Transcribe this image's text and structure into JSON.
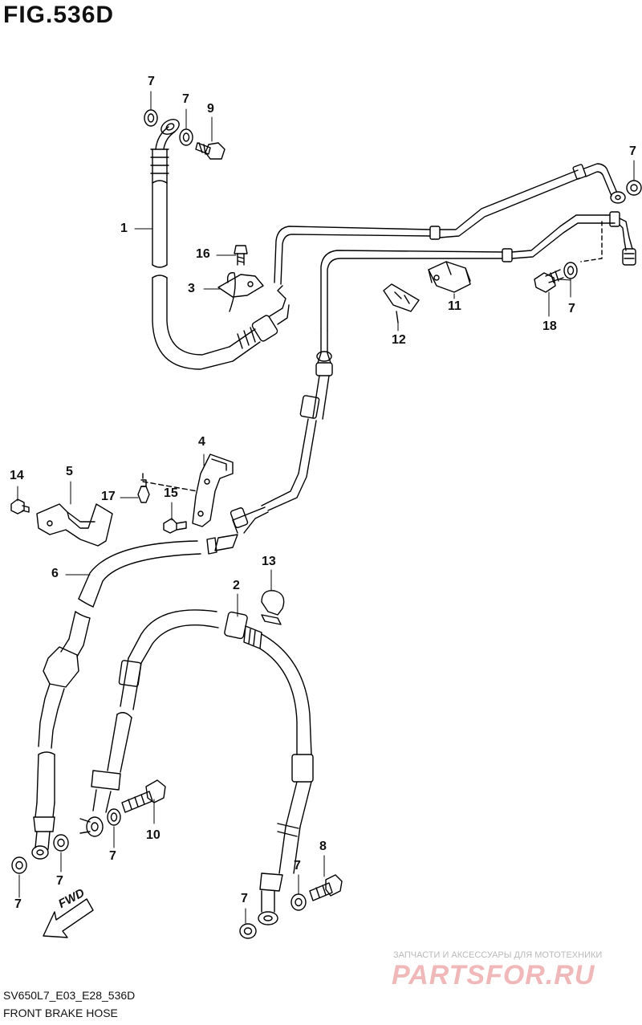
{
  "figure": {
    "title": "FIG.536D"
  },
  "callouts": [
    {
      "id": "c1",
      "label": "1"
    },
    {
      "id": "c2",
      "label": "2"
    },
    {
      "id": "c3",
      "label": "3"
    },
    {
      "id": "c4",
      "label": "4"
    },
    {
      "id": "c5",
      "label": "5"
    },
    {
      "id": "c6",
      "label": "6"
    },
    {
      "id": "c7a",
      "label": "7"
    },
    {
      "id": "c7b",
      "label": "7"
    },
    {
      "id": "c7c",
      "label": "7"
    },
    {
      "id": "c7d",
      "label": "7"
    },
    {
      "id": "c7e",
      "label": "7"
    },
    {
      "id": "c7f",
      "label": "7"
    },
    {
      "id": "c7g",
      "label": "7"
    },
    {
      "id": "c7h",
      "label": "7"
    },
    {
      "id": "c7i",
      "label": "7"
    },
    {
      "id": "c7j",
      "label": "7"
    },
    {
      "id": "c8",
      "label": "8"
    },
    {
      "id": "c9",
      "label": "9"
    },
    {
      "id": "c10",
      "label": "10"
    },
    {
      "id": "c11",
      "label": "11"
    },
    {
      "id": "c12",
      "label": "12"
    },
    {
      "id": "c13",
      "label": "13"
    },
    {
      "id": "c14",
      "label": "14"
    },
    {
      "id": "c15",
      "label": "15"
    },
    {
      "id": "c16",
      "label": "16"
    },
    {
      "id": "c17",
      "label": "17"
    },
    {
      "id": "c18",
      "label": "18"
    }
  ],
  "direction_arrow": {
    "label": "FWD"
  },
  "footer": {
    "code": "SV650L7_E03_E28_536D",
    "caption": "FRONT BRAKE HOSE"
  },
  "watermark": {
    "tagline": "ЗАПЧАСТИ И АКСЕССУАРЫ ДЛЯ МОТОТЕХНИКИ",
    "logo": "PARTSFOR.RU"
  }
}
